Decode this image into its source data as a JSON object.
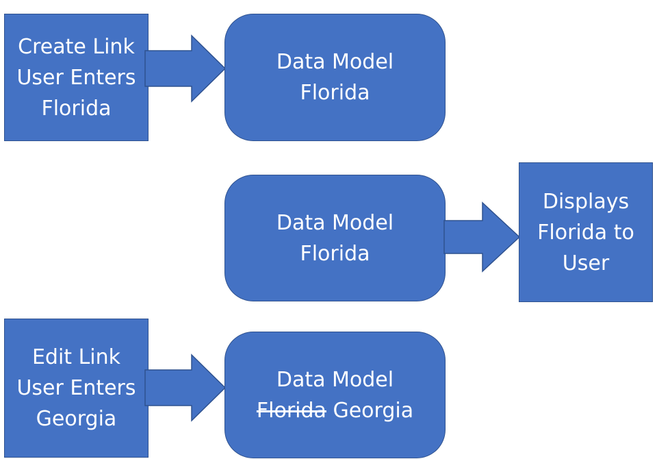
{
  "diagram": {
    "create_link": {
      "line1": "Create Link",
      "line2": "User Enters",
      "line3": "Florida"
    },
    "data_model_1": {
      "line1": "Data Model",
      "line2": "Florida"
    },
    "data_model_2": {
      "line1": "Data Model",
      "line2": "Florida"
    },
    "displays": {
      "line1": "Displays",
      "line2": "Florida to",
      "line3": "User"
    },
    "edit_link": {
      "line1": "Edit Link",
      "line2": "User Enters",
      "line3": "Georgia"
    },
    "data_model_3": {
      "line1": "Data Model",
      "struck_value": "Florida",
      "new_value": "Georgia"
    },
    "colors": {
      "fill": "#4472c4",
      "stroke": "#2f528f",
      "text": "#ffffff"
    }
  }
}
